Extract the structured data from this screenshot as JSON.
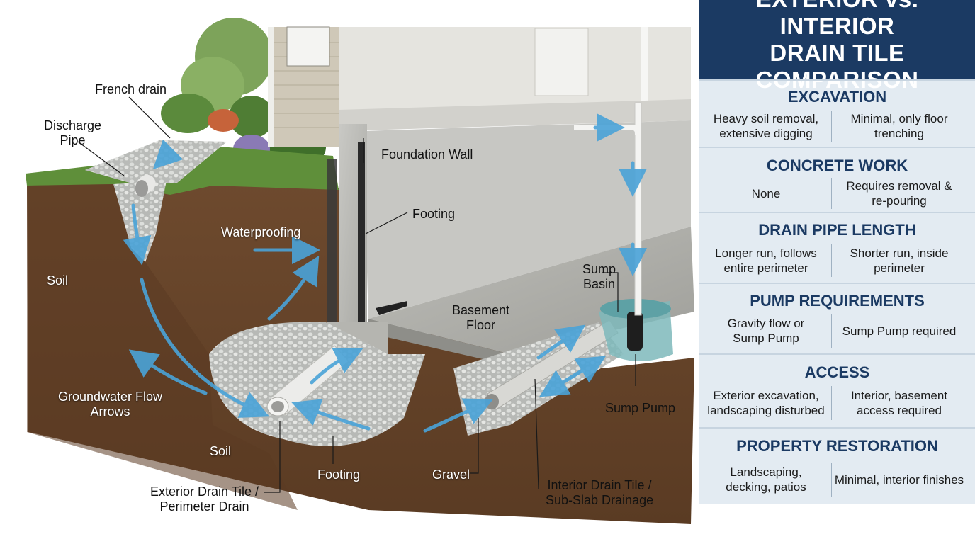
{
  "diagram": {
    "labels": {
      "french_drain": "French drain",
      "discharge_pipe": "Discharge\nPipe",
      "foundation_wall": "Foundation Wall",
      "footing_upper": "Footing",
      "waterproofing": "Waterproofing",
      "soil_left": "Soil",
      "basement_floor": "Basement\nFloor",
      "sump_basin": "Sump\nBasin",
      "groundwater_flow": "Groundwater Flow\nArrows",
      "soil_bottom": "Soil",
      "footing_bottom": "Footing",
      "gravel": "Gravel",
      "sump_pump": "Sump Pump",
      "exterior_drain_tile": "Exterior Drain Tile /\nPerimeter Drain",
      "interior_drain_tile": "Interior Drain Tile /\nSub-Slab Drainage"
    },
    "colors": {
      "soil": "#6e4a2e",
      "concrete": "#b8b8b4",
      "gravel": "#c9cbc8",
      "grass": "#5f8f3a",
      "water_arrow": "#4aa3d8",
      "siding": "#cfc8b8"
    }
  },
  "comparison": {
    "title_line1": "EXTERIOR vs. INTERIOR",
    "title_line2": "DRAIN TILE COMPARISON",
    "colors": {
      "header_bg": "#1b3a63",
      "panel_bg": "#e3ebf2",
      "heading_text": "#1b3a63"
    },
    "rows": [
      {
        "heading": "EXCAVATION",
        "exterior": "Heavy soil removal,\nextensive digging",
        "interior": "Minimal, only floor\ntrenching"
      },
      {
        "heading": "CONCRETE WORK",
        "exterior": "None",
        "interior": "Requires removal &\nre-pouring"
      },
      {
        "heading": "DRAIN PIPE LENGTH",
        "exterior": "Longer run, follows\nentire perimeter",
        "interior": "Shorter run, inside\nperimeter"
      },
      {
        "heading": "PUMP REQUIREMENTS",
        "exterior": "Gravity flow or\nSump Pump",
        "interior": "Sump Pump required"
      },
      {
        "heading": "ACCESS",
        "exterior": "Exterior excavation,\nlandscaping disturbed",
        "interior": "Interior, basement\naccess required"
      },
      {
        "heading": "PROPERTY RESTORATION",
        "exterior": "Landscaping,\ndecking, patios",
        "interior": "Minimal, interior finishes"
      }
    ]
  }
}
